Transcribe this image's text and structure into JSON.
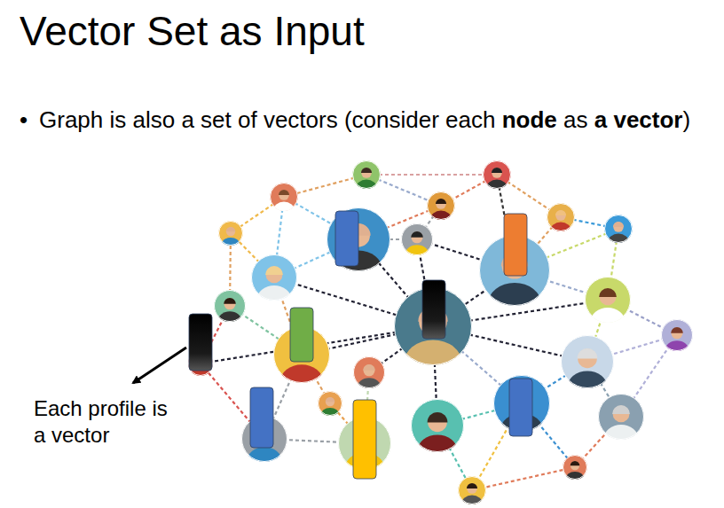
{
  "diagram": {
    "title": "Vector Set as Input",
    "labels": [
      "Graph is also a set of vectors (consider each",
      "node",
      "as",
      "a vector",
      ")",
      "Each profile is a vector"
    ]
  }
}
